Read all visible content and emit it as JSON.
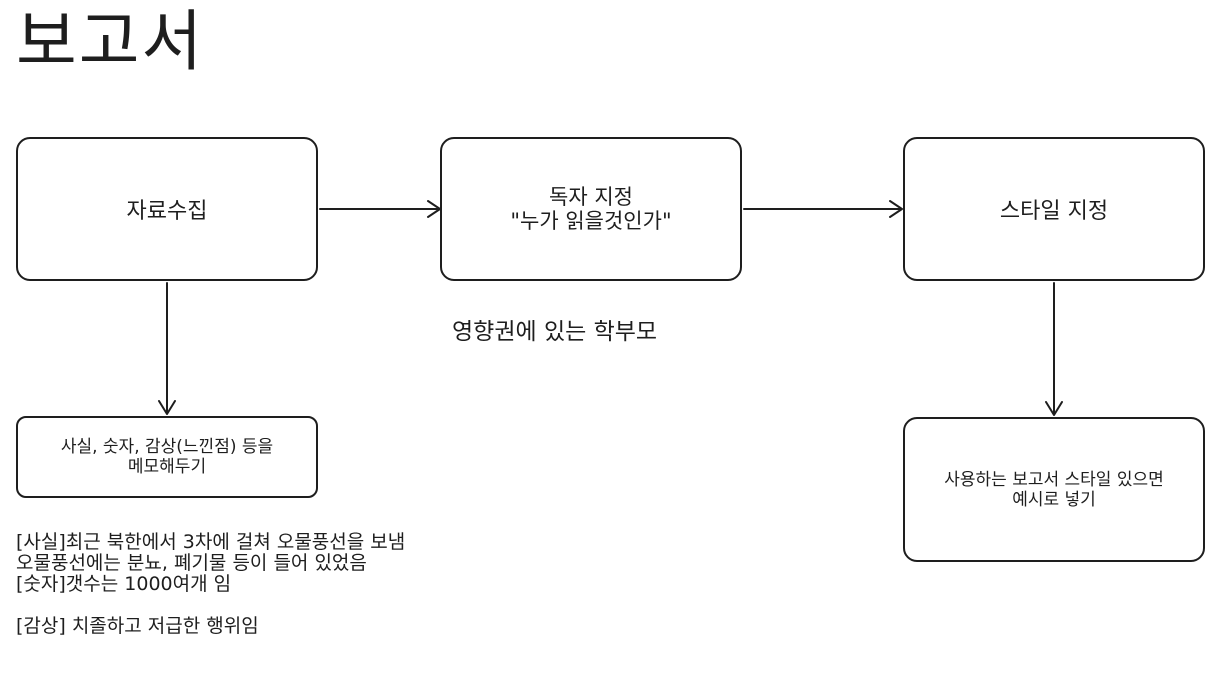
{
  "title": "보고서",
  "boxes": {
    "collect": {
      "label": "자료수집"
    },
    "reader": {
      "line1": "독자 지정",
      "line2": "\"누가 읽을것인가\""
    },
    "style": {
      "label": "스타일 지정"
    },
    "memo": {
      "line1": "사실, 숫자, 감상(느낀점) 등을",
      "line2": "메모해두기"
    },
    "example": {
      "line1": "사용하는 보고서 스타일 있으면",
      "line2": "예시로 넣기"
    }
  },
  "reader_note": "영향권에 있는 학부모",
  "notes": {
    "fact_line1": "[사실]최근 북한에서 3차에 걸쳐 오물풍선을 보냄",
    "fact_line2": "오물풍선에는 분뇨, 폐기물 등이 들어 있었음",
    "number": "[숫자]갯수는 1000여개 임",
    "impression": "[감상] 치졸하고 저급한 행위임"
  },
  "colors": {
    "stroke": "#1e1e1e",
    "background": "#ffffff"
  }
}
